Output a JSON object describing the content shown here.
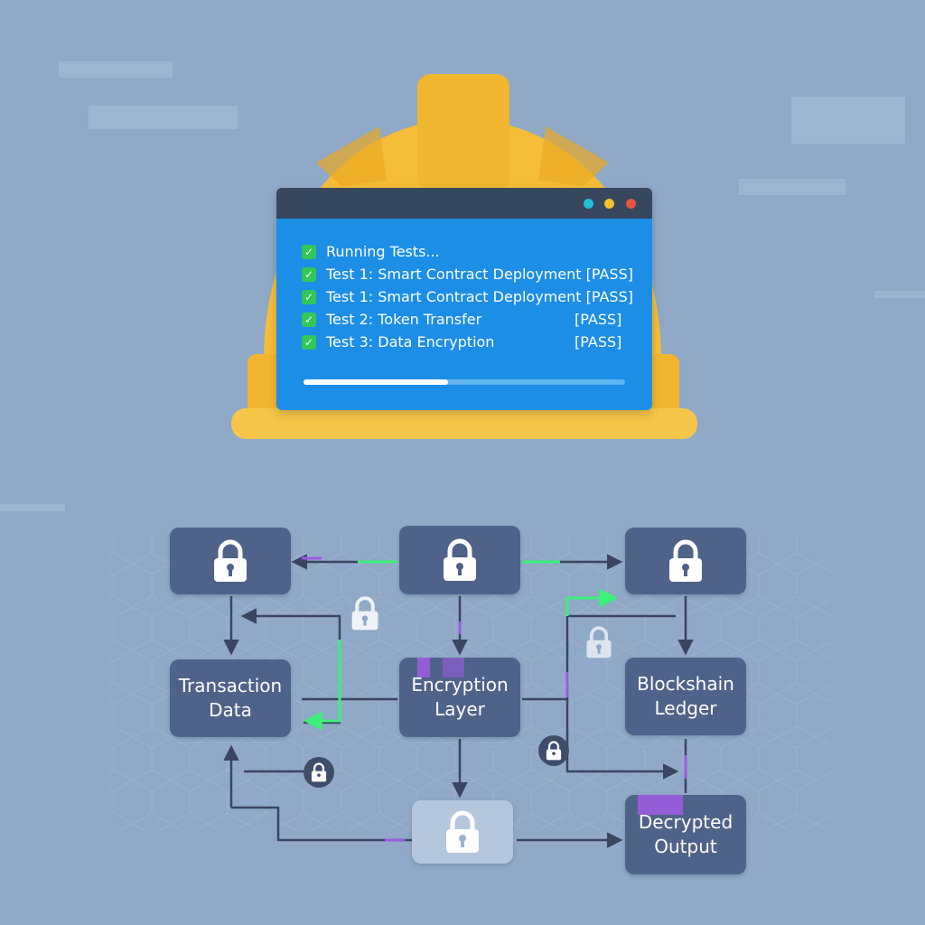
{
  "terminal": {
    "lines": [
      {
        "text": "Running Tests...",
        "status": ""
      },
      {
        "text": "Test 1: Smart Contract Deployment [PASS]",
        "status": ""
      },
      {
        "text": "Test 1: Smart Contract Deployment [PASS]",
        "status": ""
      },
      {
        "text": "Test 2: Token Transfer",
        "status": "[PASS]"
      },
      {
        "text": "Test 3: Data Encryption",
        "status": "[PASS]"
      }
    ],
    "progress": 0.45,
    "window_dot_colors": [
      "#23c0d8",
      "#f2c12e",
      "#e8553f"
    ]
  },
  "flow": {
    "transaction_data": "Transaction\nData",
    "encryption_layer": "Encryption\nLayer",
    "blockchain_ledger": "Blockshain\nLedger",
    "decrypted_output": "Decrypted\nOutput"
  },
  "icons": {
    "node_icon": "padlock-icon",
    "helmet": "hard-hat"
  },
  "colors": {
    "background": "#8fa9c6",
    "helmet": "#f5bd38",
    "terminal": "#1c8ee6",
    "node": "#4f6289",
    "check": "#33c759",
    "arrow": "#3a4660",
    "accent_green": "#3cf07a",
    "accent_purple": "#9b5ce0"
  }
}
